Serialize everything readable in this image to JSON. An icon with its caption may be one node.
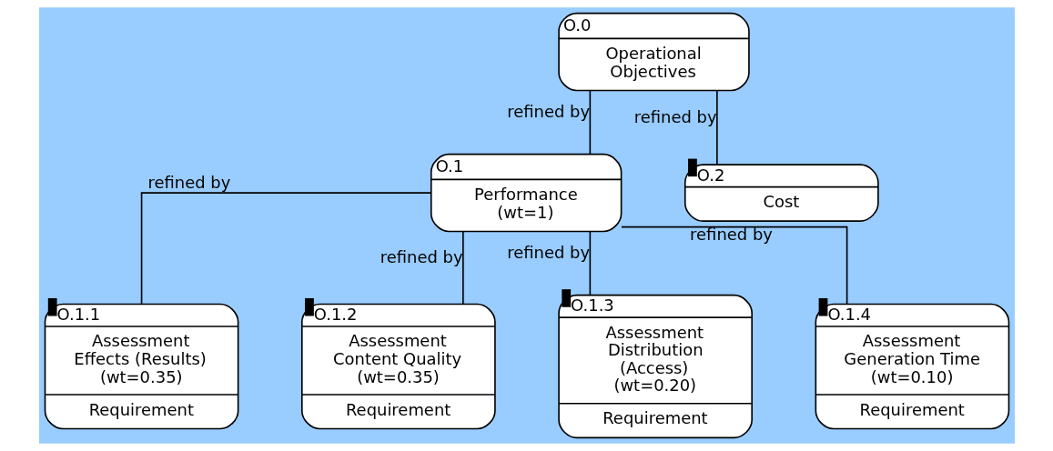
{
  "diagram": {
    "nodes": [
      {
        "text": [
          "O.0",
          "Operational Objectives"
        ]
      },
      {
        "text": [
          "O.1",
          "Performance (wt=1)"
        ]
      },
      {
        "text": [
          "O.2",
          "Cost"
        ]
      },
      {
        "text": [
          "O.1.1",
          "Assessment Effects (Results) (wt=0.35)",
          "Requirement"
        ]
      },
      {
        "text": [
          "O.1.2",
          "Assessment Content Quality (wt=0.35)",
          "Requirement"
        ]
      },
      {
        "text": [
          "O.1.3",
          "Assessment Distribution (Access) (wt=0.20)",
          "Requirement"
        ]
      },
      {
        "text": [
          "O.1.4",
          "Assessment Generation Time (wt=0.10)",
          "Requirement"
        ]
      }
    ],
    "edges": [
      {
        "from": 0,
        "to": 1,
        "arrow": "none",
        "label": "refined by"
      },
      {
        "from": 0,
        "to": 2,
        "arrow": "none",
        "label": "refined by"
      },
      {
        "from": 1,
        "to": 3,
        "arrow": "none",
        "label": "refined by"
      },
      {
        "from": 1,
        "to": 4,
        "arrow": "none",
        "label": "refined by"
      },
      {
        "from": 1,
        "to": 5,
        "arrow": "none",
        "label": "refined by"
      },
      {
        "from": 1,
        "to": 6,
        "arrow": "none",
        "label": "refined by"
      }
    ]
  }
}
